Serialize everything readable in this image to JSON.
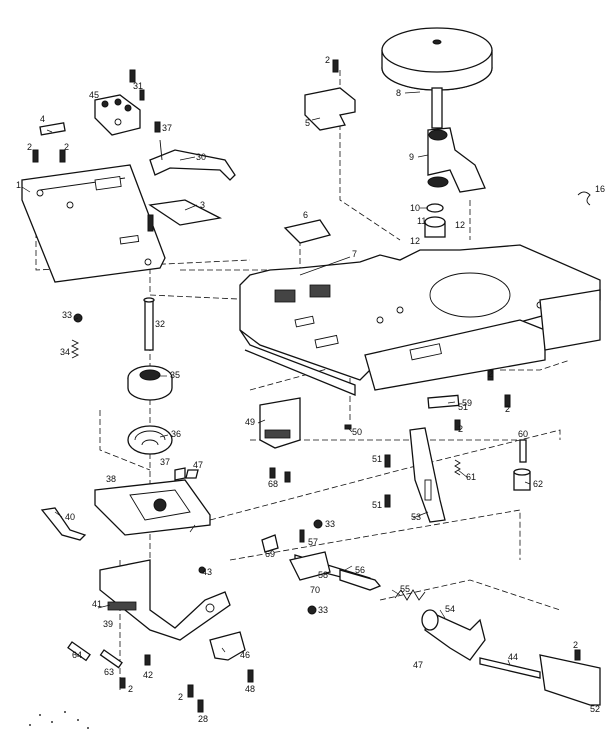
{
  "diagram": {
    "labels": [
      "1",
      "2",
      "2",
      "2",
      "3",
      "4",
      "5",
      "6",
      "7",
      "8",
      "9",
      "10",
      "11",
      "12",
      "12",
      "16",
      "30",
      "31",
      "32",
      "33",
      "33",
      "33",
      "34",
      "35",
      "36",
      "37",
      "37",
      "38",
      "40",
      "41",
      "42",
      "43",
      "46",
      "47",
      "48",
      "49",
      "50",
      "51",
      "51",
      "51",
      "53",
      "54",
      "55",
      "56",
      "57",
      "58",
      "59",
      "60",
      "61",
      "62",
      "63",
      "64",
      "68",
      "69",
      "70",
      "2",
      "2",
      "2",
      "2",
      "2",
      "2",
      "28",
      "39",
      "44",
      "47",
      "52",
      "45"
    ]
  }
}
